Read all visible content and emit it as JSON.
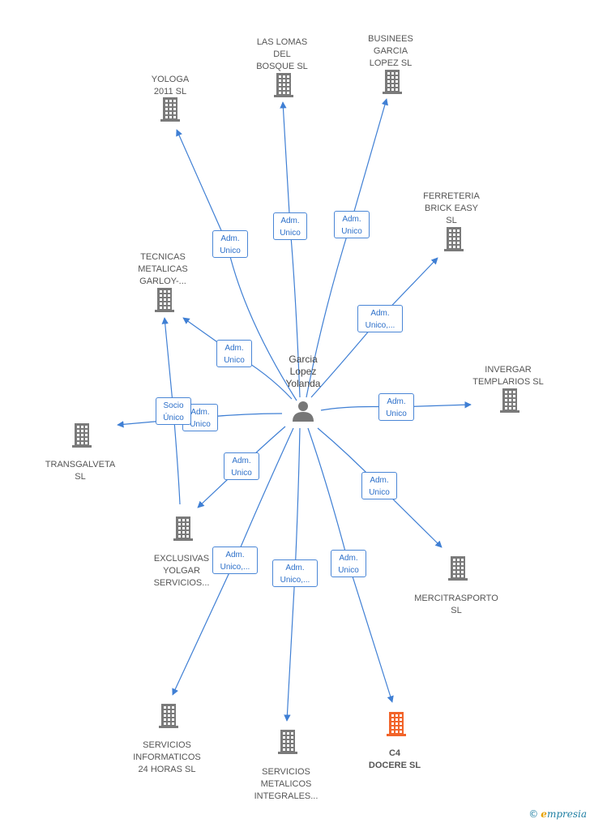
{
  "center": {
    "label": "Garcia\nLopez\nYolanda",
    "icon": "person-icon"
  },
  "colors": {
    "edge": "#3f7fd4",
    "building": "#7a7a7a",
    "building_highlight": "#f2642a"
  },
  "companies": [
    {
      "id": "yologa",
      "label": "YOLOGA\n2011  SL",
      "highlight": false
    },
    {
      "id": "las-lomas",
      "label": "LAS LOMAS\nDEL\nBOSQUE SL",
      "highlight": false
    },
    {
      "id": "businees",
      "label": "BUSINEES\nGARCIA\nLOPEZ  SL",
      "highlight": false
    },
    {
      "id": "ferreteria",
      "label": "FERRETERIA\nBRICK EASY\nSL",
      "highlight": false
    },
    {
      "id": "tecnicas",
      "label": "TECNICAS\nMETALICAS\nGARLOY-...",
      "highlight": false
    },
    {
      "id": "invergar",
      "label": "INVERGAR\nTEMPLARIOS SL",
      "highlight": false
    },
    {
      "id": "transgalveta",
      "label": "TRANSGALVETA\nSL",
      "highlight": false
    },
    {
      "id": "exclusivas",
      "label": "EXCLUSIVAS\nYOLGAR\nSERVICIOS...",
      "highlight": false
    },
    {
      "id": "mercitrasporto",
      "label": "MERCITRASPORTO\nSL",
      "highlight": false
    },
    {
      "id": "servicios-informaticos",
      "label": "SERVICIOS\nINFORMATICOS\n24 HORAS  SL",
      "highlight": false
    },
    {
      "id": "servicios-metalicos",
      "label": "SERVICIOS\nMETALICOS\nINTEGRALES...",
      "highlight": false
    },
    {
      "id": "c4-docere",
      "label": "C4\nDOCERE  SL",
      "highlight": true
    }
  ],
  "relations": [
    {
      "to": "yologa",
      "label": "Adm.\nUnico"
    },
    {
      "to": "las-lomas",
      "label": "Adm.\nUnico"
    },
    {
      "to": "businees",
      "label": "Adm.\nUnico"
    },
    {
      "to": "ferreteria",
      "label": "Adm.\nUnico,..."
    },
    {
      "to": "tecnicas",
      "label": "Adm.\nUnico"
    },
    {
      "to": "invergar",
      "label": "Adm.\nUnico"
    },
    {
      "to": "transgalveta",
      "label": "Adm.\nUnico"
    },
    {
      "to": "tecnicas-socio",
      "label": "Socio\nÚnico"
    },
    {
      "to": "exclusivas",
      "label": "Adm.\nUnico"
    },
    {
      "to": "mercitrasporto",
      "label": "Adm.\nUnico"
    },
    {
      "to": "servicios-informaticos",
      "label": "Adm.\nUnico,..."
    },
    {
      "to": "servicios-metalicos",
      "label": "Adm.\nUnico,..."
    },
    {
      "to": "c4-docere",
      "label": "Adm.\nUnico"
    }
  ],
  "footer": {
    "copyright": "©",
    "brand_first": "e",
    "brand_rest": "mpresia"
  }
}
